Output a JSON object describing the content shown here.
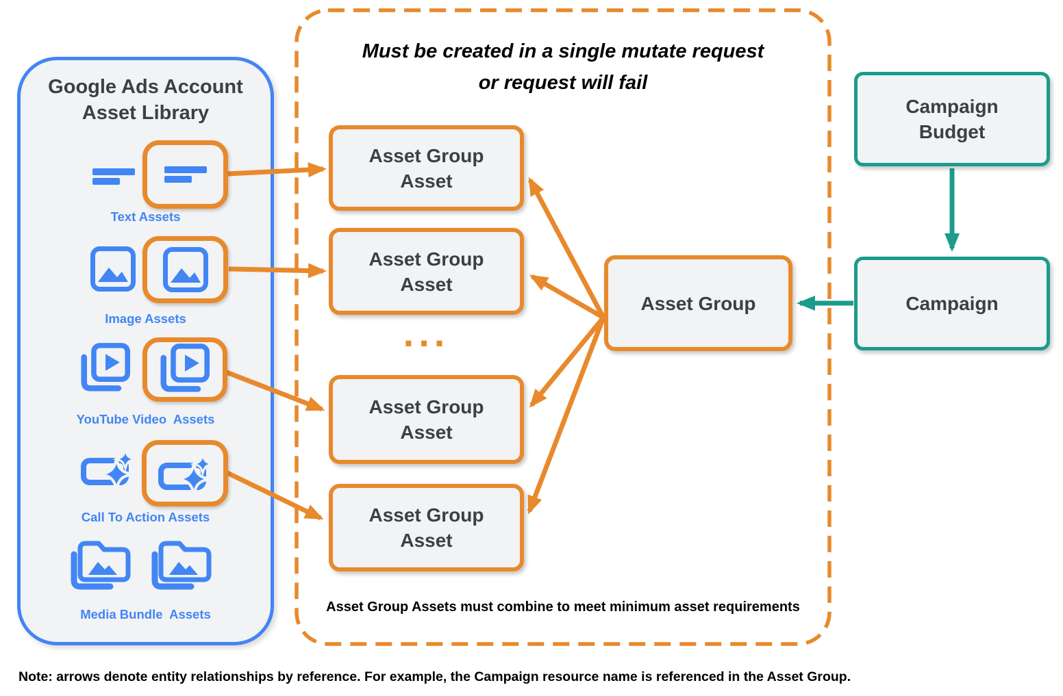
{
  "colors": {
    "orange": "#E8892C",
    "blue": "#4285F4",
    "teal": "#1B9C8B",
    "box_fill": "#F1F3F4",
    "dark_text": "#3C4043"
  },
  "library_panel": {
    "title": "Google Ads Account\nAsset Library",
    "asset_types": [
      {
        "label": "Text Assets",
        "icon": "text-lines-icon"
      },
      {
        "label": "Image Assets",
        "icon": "image-icon"
      },
      {
        "label": "YouTube Video  Assets",
        "icon": "video-play-icon"
      },
      {
        "label": "Call To Action Assets",
        "icon": "cta-sparkle-icon"
      },
      {
        "label": "Media Bundle  Assets",
        "icon": "media-folder-icon"
      }
    ]
  },
  "mutate_panel": {
    "title": "Must be created in a single mutate request\nor request will fail",
    "asset_group_asset_label": "Asset Group\nAsset",
    "ellipsis": "...",
    "footer": "Asset Group Assets must combine to meet minimum asset requirements"
  },
  "asset_group_label": "Asset Group",
  "campaign_budget_label": "Campaign\nBudget",
  "campaign_label": "Campaign",
  "note": "Note: arrows denote entity relationships by reference. For example, the Campaign resource name is referenced in the Asset Group."
}
